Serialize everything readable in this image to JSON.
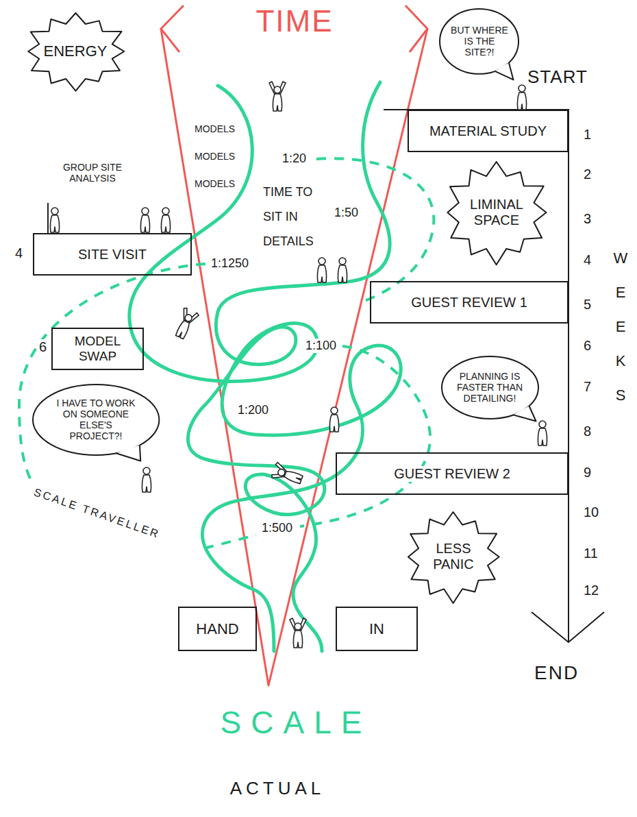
{
  "diagram": {
    "caption": "ACTUAL",
    "nodes": [
      {
        "text": [
          "ENERGY"
        ]
      },
      {
        "text": [
          "BUT WHERE IS THE SITE?!"
        ]
      },
      {
        "text": [
          "MATERIAL STUDY"
        ]
      },
      {
        "text": [
          "LIMINAL SPACE"
        ]
      },
      {
        "text": [
          "SITE VISIT"
        ]
      },
      {
        "text": [
          "GUEST REVIEW 1"
        ]
      },
      {
        "text": [
          "MODEL SWAP"
        ]
      },
      {
        "text": [
          "PLANNING IS FASTER THAN DETAILING!"
        ]
      },
      {
        "text": [
          "I HAVE TO WORK ON SOMEONE ELSE'S PROJECT?!"
        ]
      },
      {
        "text": [
          "GUEST REVIEW 2"
        ]
      },
      {
        "text": [
          "LESS PANIC"
        ]
      },
      {
        "text": [
          "HAND"
        ]
      },
      {
        "text": [
          "IN"
        ]
      }
    ],
    "labels": [
      "TIME",
      "START",
      "MODELS",
      "MODELS",
      "MODELS",
      "1:20",
      "GROUP SITE ANALYSIS",
      "TIME TO SIT IN DETAILS",
      "1:50",
      "4",
      "1:1250",
      "1:100",
      "6",
      "1:200",
      "SCALE TRAVELLER",
      "1:500",
      "END",
      "SCALE",
      "1",
      "2",
      "3",
      "4",
      "5",
      "6",
      "7",
      "8",
      "9",
      "10",
      "11",
      "12",
      "WEEKS"
    ]
  }
}
